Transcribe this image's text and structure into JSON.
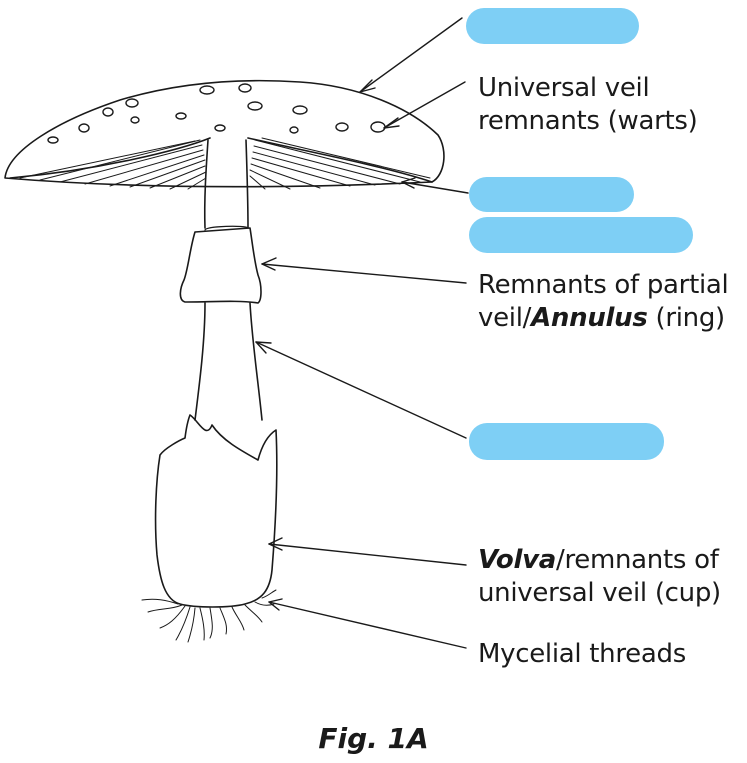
{
  "labels": {
    "warts": [
      "Universal veil",
      "remnants (warts)"
    ],
    "annulus": {
      "line1": "Remnants of partial",
      "prefix": "veil/",
      "bold": "Annulus",
      "suffix": " (ring)"
    },
    "volva": {
      "bold": "Volva",
      "line1_rest": "/remnants of",
      "line2": "universal veil (cup)"
    },
    "mycelial": "Mycelial threads"
  },
  "blanks": [
    "cap-label-blank",
    "gills-label-blank-1",
    "gills-label-blank-2",
    "stipe-label-blank"
  ],
  "caption": "Fig. 1A",
  "colors": {
    "blank": "#7ecff5",
    "ink": "#1a1a1a"
  }
}
